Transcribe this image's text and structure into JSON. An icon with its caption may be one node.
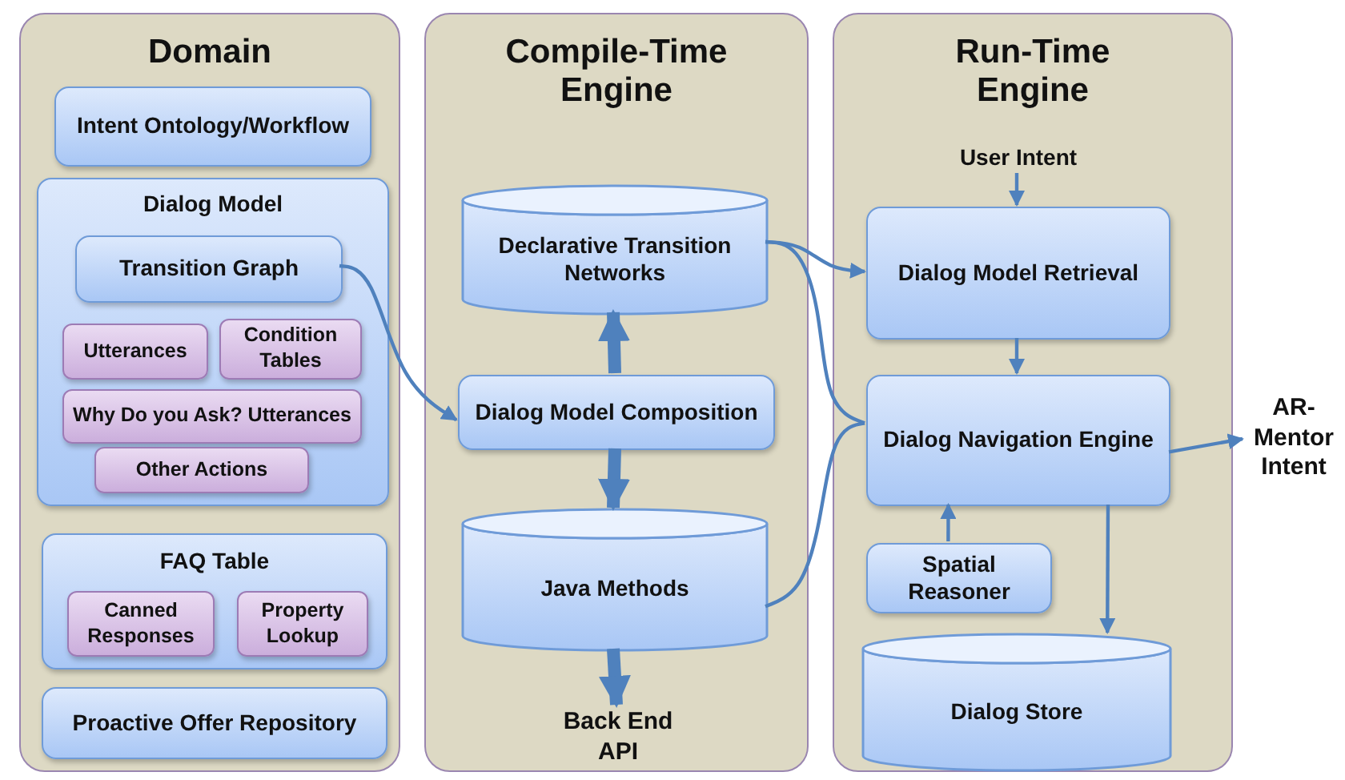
{
  "diagram": {
    "nodes": [
      {
        "text": [
          "Domain"
        ]
      },
      {
        "text": [
          "Intent Ontology/Workflow"
        ],
        "in": 0
      },
      {
        "text": [
          "Dialog Model"
        ],
        "in": 0
      },
      {
        "text": [
          "Transition Graph"
        ],
        "in": 2
      },
      {
        "text": [
          "Utterances"
        ],
        "in": 2
      },
      {
        "text": [
          "Condition Tables"
        ],
        "in": 2
      },
      {
        "text": [
          "Why Do you Ask? Utterances"
        ],
        "in": 2
      },
      {
        "text": [
          "Other Actions"
        ],
        "in": 2
      },
      {
        "text": [
          "FAQ Table"
        ],
        "in": 0
      },
      {
        "text": [
          "Canned Responses"
        ],
        "in": 8
      },
      {
        "text": [
          "Property Lookup"
        ],
        "in": 8
      },
      {
        "text": [
          "Proactive Offer Repository"
        ],
        "in": 0
      },
      {
        "text": [
          "Compile-Time Engine"
        ]
      },
      {
        "text": [
          "Declarative Transition Networks"
        ],
        "in": 12
      },
      {
        "text": [
          "Dialog Model Composition"
        ],
        "in": 12
      },
      {
        "text": [
          "Java Methods"
        ],
        "in": 12
      },
      {
        "text": [
          "Back End API"
        ],
        "in": 12
      },
      {
        "text": [
          "Run-Time Engine"
        ]
      },
      {
        "text": [
          "User Intent"
        ],
        "in": 17
      },
      {
        "text": [
          "Dialog Model Retrieval"
        ],
        "in": 17
      },
      {
        "text": [
          "Dialog Navigation Engine"
        ],
        "in": 17
      },
      {
        "text": [
          "Spatial Reasoner"
        ],
        "in": 17
      },
      {
        "text": [
          "Dialog Store"
        ],
        "in": 17
      },
      {
        "text": [
          "AR-Mentor Intent"
        ]
      }
    ],
    "edges": [
      {
        "from": 3,
        "to": 14,
        "arrow": "to"
      },
      {
        "from": 14,
        "to": 13,
        "arrow": "to",
        "style": "thick"
      },
      {
        "from": 14,
        "to": 15,
        "arrow": "to",
        "style": "thick"
      },
      {
        "from": 15,
        "to": 16,
        "arrow": "to",
        "style": "thick"
      },
      {
        "from": 13,
        "to": 19,
        "arrow": "to"
      },
      {
        "from": 13,
        "to": 20,
        "arrow": "none"
      },
      {
        "from": 15,
        "to": 20,
        "arrow": "none"
      },
      {
        "from": 18,
        "to": 19,
        "arrow": "to"
      },
      {
        "from": 19,
        "to": 20,
        "arrow": "to"
      },
      {
        "from": 21,
        "to": 20,
        "arrow": "to"
      },
      {
        "from": 20,
        "to": 22,
        "arrow": "to"
      },
      {
        "from": 20,
        "to": 23,
        "arrow": "to"
      }
    ]
  }
}
